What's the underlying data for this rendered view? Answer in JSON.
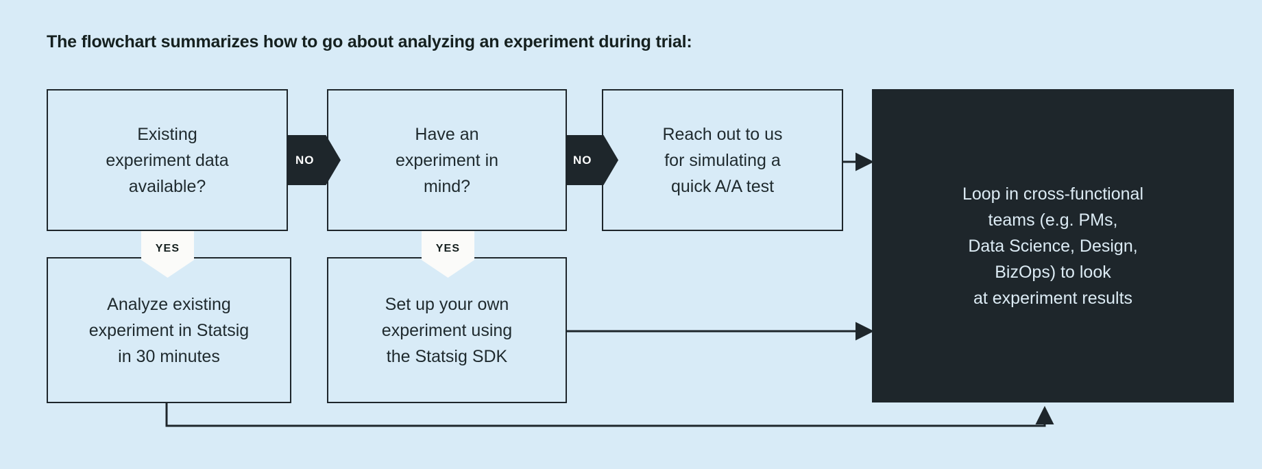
{
  "page": {
    "title": "The flowchart summarizes how to go about analyzing an experiment during trial:",
    "background_color": "#d8ebf7",
    "ink_color": "#1e262b",
    "dark_node_text_color": "#dcebf4",
    "badge_yes_background": "#fbfbf9"
  },
  "flowchart": {
    "nodes": [
      {
        "id": "existing-data",
        "label": "Existing\nexperiment data\navailable?",
        "style": "light"
      },
      {
        "id": "experiment-in-mind",
        "label": "Have an\nexperiment in\nmind?",
        "style": "light"
      },
      {
        "id": "reach-out",
        "label": "Reach out to us\nfor simulating a\nquick A/A test",
        "style": "light"
      },
      {
        "id": "analyze-existing",
        "label": "Analyze existing\nexperiment in Statsig\nin 30 minutes",
        "style": "light"
      },
      {
        "id": "set-up-own",
        "label": "Set up your own\nexperiment using\nthe Statsig SDK",
        "style": "light"
      },
      {
        "id": "loop-in-teams",
        "label": "Loop in cross-functional\nteams (e.g. PMs,\nData Science, Design,\nBizOps) to look\nat experiment results",
        "style": "dark"
      }
    ],
    "connectors": [
      {
        "id": "no-1",
        "label": "NO",
        "from": "existing-data",
        "to": "experiment-in-mind",
        "shape": "chevron"
      },
      {
        "id": "no-2",
        "label": "NO",
        "from": "experiment-in-mind",
        "to": "reach-out",
        "shape": "chevron"
      },
      {
        "id": "yes-1",
        "label": "YES",
        "from": "existing-data",
        "to": "analyze-existing",
        "shape": "pentagon-down"
      },
      {
        "id": "yes-2",
        "label": "YES",
        "from": "experiment-in-mind",
        "to": "set-up-own",
        "shape": "pentagon-down"
      },
      {
        "id": "edge-reach-out-to-loop",
        "label": "",
        "from": "reach-out",
        "to": "loop-in-teams",
        "shape": "arrow-right"
      },
      {
        "id": "edge-set-up-own-to-loop",
        "label": "",
        "from": "set-up-own",
        "to": "loop-in-teams",
        "shape": "arrow-right"
      },
      {
        "id": "edge-analyze-existing-to-loop",
        "label": "",
        "from": "analyze-existing",
        "to": "loop-in-teams",
        "shape": "arrow-elbow-up"
      }
    ]
  }
}
